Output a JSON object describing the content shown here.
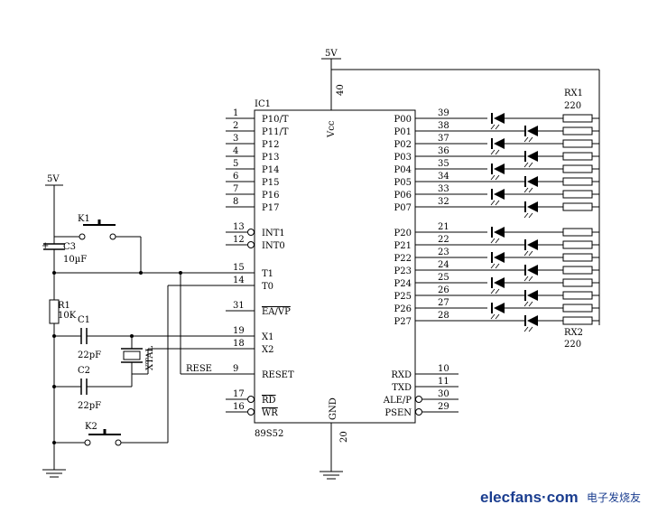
{
  "power": {
    "vcc_top": "5V",
    "vcc_left": "5V"
  },
  "ic": {
    "ref": "IC1",
    "part": "89S52",
    "vcc_label": "Vcc",
    "vcc_pin": "40",
    "gnd_label": "GND",
    "gnd_pin": "20",
    "left_pins": [
      {
        "num": "1",
        "name": "P10/T"
      },
      {
        "num": "2",
        "name": "P11/T"
      },
      {
        "num": "3",
        "name": "P12"
      },
      {
        "num": "4",
        "name": "P13"
      },
      {
        "num": "5",
        "name": "P14"
      },
      {
        "num": "6",
        "name": "P15"
      },
      {
        "num": "7",
        "name": "P16"
      },
      {
        "num": "8",
        "name": "P17"
      },
      {
        "num": "13",
        "name": "INT1"
      },
      {
        "num": "12",
        "name": "INT0"
      },
      {
        "num": "15",
        "name": "T1"
      },
      {
        "num": "14",
        "name": "T0"
      },
      {
        "num": "31",
        "name": "EA/VP"
      },
      {
        "num": "19",
        "name": "X1"
      },
      {
        "num": "18",
        "name": "X2"
      },
      {
        "num": "9",
        "name": "RESET"
      },
      {
        "num": "17",
        "name": "RD"
      },
      {
        "num": "16",
        "name": "WR"
      }
    ],
    "right_pins": [
      {
        "num": "39",
        "name": "P00"
      },
      {
        "num": "38",
        "name": "P01"
      },
      {
        "num": "37",
        "name": "P02"
      },
      {
        "num": "36",
        "name": "P03"
      },
      {
        "num": "35",
        "name": "P04"
      },
      {
        "num": "34",
        "name": "P05"
      },
      {
        "num": "33",
        "name": "P06"
      },
      {
        "num": "32",
        "name": "P07"
      },
      {
        "num": "21",
        "name": "P20"
      },
      {
        "num": "22",
        "name": "P21"
      },
      {
        "num": "23",
        "name": "P22"
      },
      {
        "num": "24",
        "name": "P23"
      },
      {
        "num": "25",
        "name": "P24"
      },
      {
        "num": "26",
        "name": "P25"
      },
      {
        "num": "27",
        "name": "P26"
      },
      {
        "num": "28",
        "name": "P27"
      },
      {
        "num": "10",
        "name": "RXD"
      },
      {
        "num": "11",
        "name": "TXD"
      },
      {
        "num": "30",
        "name": "ALE/P"
      },
      {
        "num": "29",
        "name": "PSEN"
      }
    ]
  },
  "components": {
    "k1": "K1",
    "k2": "K2",
    "c3": "C3",
    "c3_val": "10µF",
    "c3_plus": "+",
    "r1": "R1",
    "r1_val": "10K",
    "c1": "C1",
    "c1_val": "22pF",
    "c2": "C2",
    "c2_val": "22pF",
    "xtal": "XTAL",
    "rese": "RESE",
    "rx1": "RX1",
    "rx1_val": "220",
    "rx2": "RX2",
    "rx2_val": "220"
  },
  "watermark": {
    "site": "elecfans·com",
    "cn": "电子发烧友"
  }
}
